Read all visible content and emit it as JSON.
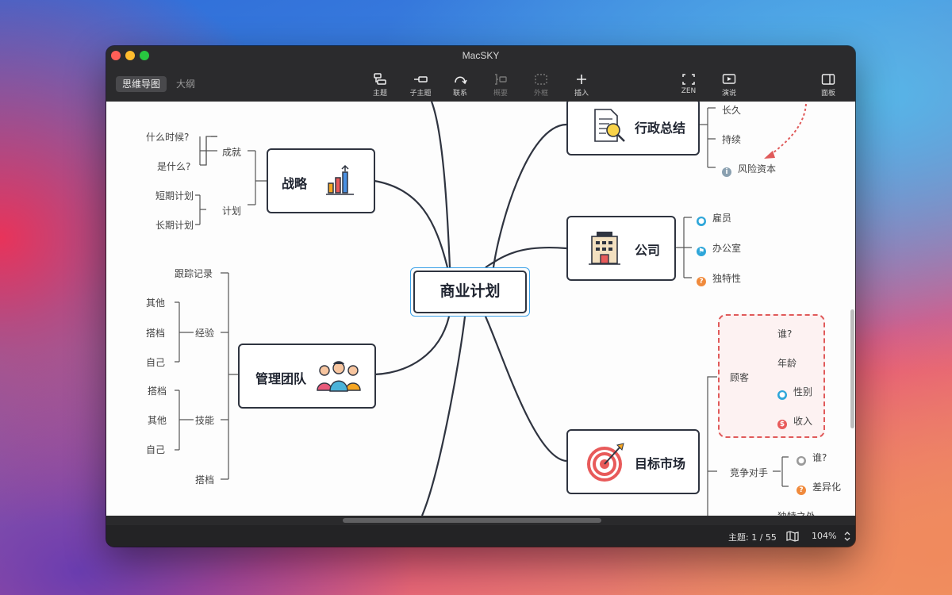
{
  "window": {
    "title": "MacSKY"
  },
  "tabs": [
    {
      "label": "思维导图"
    },
    {
      "label": "大纲"
    }
  ],
  "toolbar": {
    "topic": "主题",
    "subtopic": "子主题",
    "relation": "联系",
    "summary": "概要",
    "boundary": "外框",
    "insert": "插入",
    "zen": "ZEN",
    "present": "演说",
    "panel": "面板"
  },
  "map": {
    "central": "商业计划",
    "strategy": {
      "label": "战略",
      "branches": [
        "成就",
        "计划"
      ],
      "leaves": [
        "什么时候?",
        "是什么?",
        "短期计划",
        "长期计划"
      ]
    },
    "team": {
      "label": "管理团队",
      "branches": [
        "经验",
        "技能"
      ],
      "top": "跟踪记录",
      "bottom": "搭档",
      "exp_leaves": [
        "其他",
        "搭档",
        "自己"
      ],
      "skill_leaves": [
        "搭档",
        "其他",
        "自己"
      ]
    },
    "admin": {
      "label": "行政总结",
      "leaves": [
        "长久",
        "持续",
        "风险资本"
      ]
    },
    "company": {
      "label": "公司",
      "leaves": [
        "雇员",
        "办公室",
        "独特性"
      ]
    },
    "market": {
      "label": "目标市场",
      "customer": "顾客",
      "customer_leaves": [
        "谁?",
        "年龄",
        "性别",
        "收入"
      ],
      "competitor": "竞争对手",
      "competitor_leaves": [
        "谁?",
        "差异化"
      ],
      "cutoff": "独特之处"
    }
  },
  "status": {
    "topic_count": "主题: 1 / 55",
    "zoom": "104%"
  },
  "colors": {
    "accent": "#3aa0e8",
    "node_border": "#2f3440",
    "dashed": "#e05a5a"
  }
}
